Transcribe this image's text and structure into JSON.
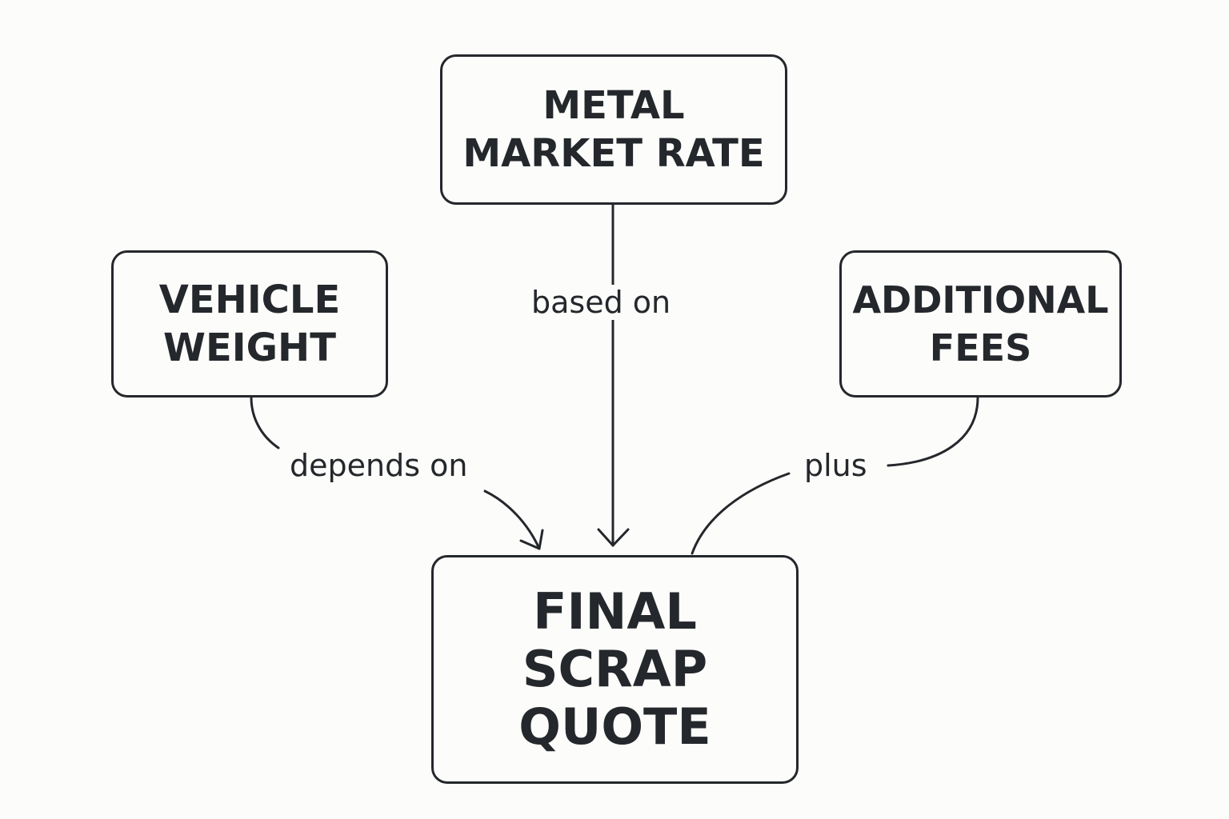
{
  "nodes": {
    "metal_market_rate": {
      "lines": [
        "METAL",
        "MARKET RATE"
      ]
    },
    "vehicle_weight": {
      "lines": [
        "VEHICLE",
        "WEIGHT"
      ]
    },
    "additional_fees": {
      "lines": [
        "ADDITIONAL",
        "FEES"
      ]
    },
    "final_scrap_quote": {
      "lines": [
        "FINAL",
        "SCRAP",
        "QUOTE"
      ]
    }
  },
  "edges": [
    {
      "from": "metal_market_rate",
      "to": "final_scrap_quote",
      "label": "based on"
    },
    {
      "from": "vehicle_weight",
      "to": "final_scrap_quote",
      "label": "depends on"
    },
    {
      "from": "additional_fees",
      "to": "final_scrap_quote",
      "label": "plus"
    }
  ],
  "colors": {
    "background": "#fcfcfa",
    "ink": "#24272b"
  }
}
